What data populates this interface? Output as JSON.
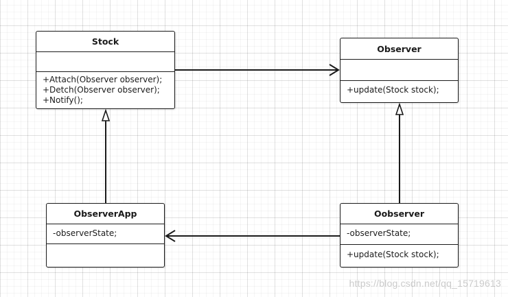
{
  "diagram": {
    "classes": [
      {
        "id": "stock",
        "name": "Stock",
        "attributes": [],
        "methods": [
          "+Attach(Observer observer);",
          "+Detch(Observer observer);",
          "+Notify();"
        ]
      },
      {
        "id": "observer",
        "name": "Observer",
        "attributes": [],
        "methods": [
          "+update(Stock stock);"
        ]
      },
      {
        "id": "observerapp",
        "name": "ObserverApp",
        "attributes": [
          "-observerState;"
        ],
        "methods": []
      },
      {
        "id": "oobserver",
        "name": "Oobserver",
        "attributes": [
          "-observerState;"
        ],
        "methods": [
          "+update(Stock stock);"
        ]
      }
    ],
    "relations": [
      {
        "from": "stock",
        "to": "observer",
        "type": "association"
      },
      {
        "from": "observerapp",
        "to": "stock",
        "type": "generalization"
      },
      {
        "from": "oobserver",
        "to": "observer",
        "type": "generalization"
      },
      {
        "from": "oobserver",
        "to": "observerapp",
        "type": "association"
      }
    ],
    "line_color": "#1a1a1a"
  },
  "watermark": "https://blog.csdn.net/qq_15719613"
}
